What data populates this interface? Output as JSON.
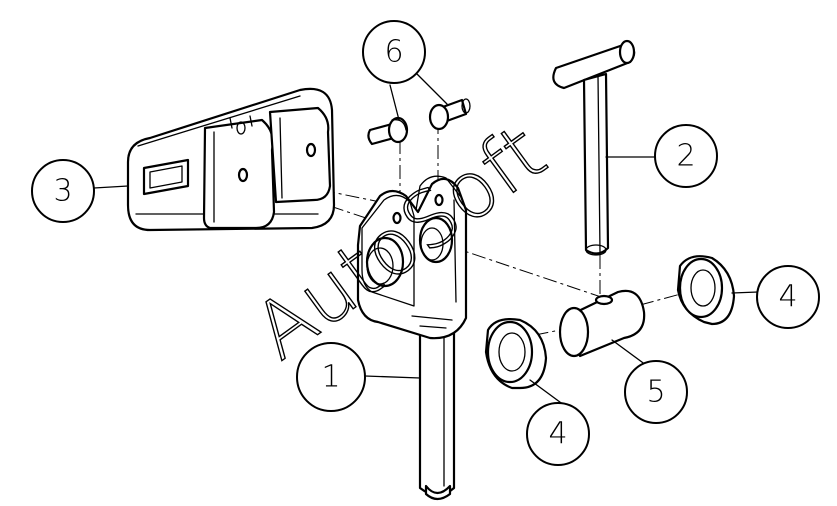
{
  "watermark": "AutoSoft",
  "callouts": {
    "c1": "1",
    "c2": "2",
    "c3": "3",
    "c4a": "4",
    "c4b": "4",
    "c5": "5",
    "c6": "6"
  }
}
